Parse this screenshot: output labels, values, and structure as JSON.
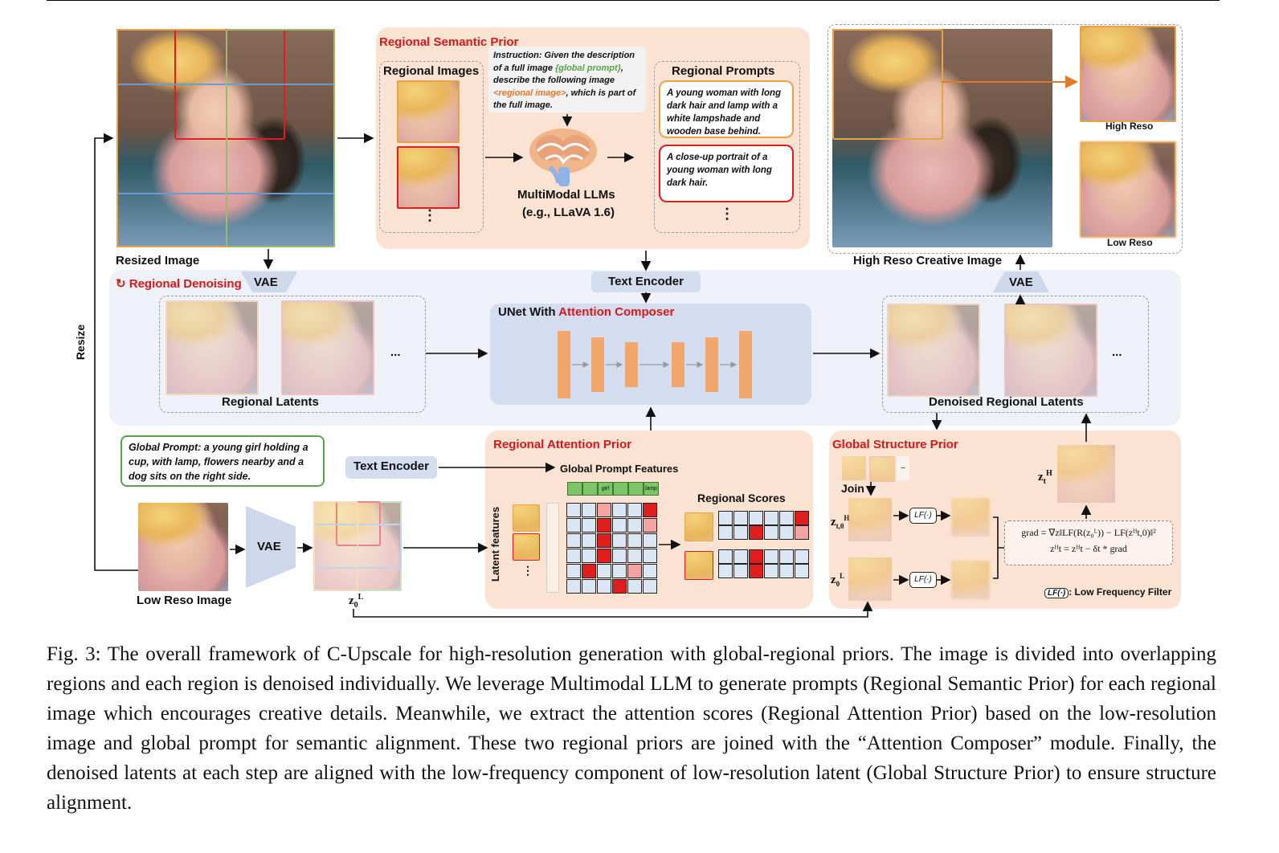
{
  "figure": {
    "resized_image_label": "Resized Image",
    "resize_label": "Resize",
    "regional_denoising_label": "Regional Denoising",
    "vae_label": "VAE",
    "text_encoder_label": "Text Encoder",
    "regional_semantic_prior": {
      "title": "Regional Semantic Prior",
      "regional_images_title": "Regional Images",
      "instruction_prefix": "Instruction: Given the description of a full image ",
      "instruction_global": "{global prompt}",
      "instruction_mid": ", describe the following image ",
      "instruction_regional": "<regional image>",
      "instruction_suffix": ", which is part of the full image.",
      "llm_label": "MultiModal LLMs",
      "llm_example": "(e.g., LLaVA 1.6)",
      "regional_prompts_title": "Regional Prompts",
      "prompt_1": "A young woman with long dark hair and lamp with a white lampshade and wooden base behind.",
      "prompt_2": "A close-up portrait of a young woman with long dark hair.",
      "ellipsis": "⋮"
    },
    "high_reso_creative_image_label": "High Reso Creative Image",
    "high_reso_label": "High Reso",
    "low_reso_label": "Low Reso",
    "unet_prefix": "UNet With ",
    "unet_highlight": "Attention Composer",
    "regional_latents_label": "Regional Latents",
    "denoised_regional_latents_label": "Denoised Regional Latents",
    "dots": "...",
    "global_prompt": "Global Prompt: a young girl holding a cup, with lamp, flowers nearby and a dog sits on the right side.",
    "low_reso_image_label": "Low Reso Image",
    "z0L_label": "z",
    "regional_attention_prior": {
      "title": "Regional Attention Prior",
      "global_prompt_features_label": "Global Prompt Features",
      "token_girl": "girl",
      "token_lamp": "lamp",
      "latent_features_label": "Latent features",
      "regional_scores_label": "Regional Scores"
    },
    "global_structure_prior": {
      "title": "Global Structure Prior",
      "join_label": "Join",
      "lf_label": "LF(·)",
      "grad_eq": "grad = ∇z‖LF(R(z₀ᴸ)) − LF(zᴴt,0)‖²",
      "update_eq": "zᴴt = zᴴt − δt * grad",
      "filter_legend": ": Low Frequency Filter"
    },
    "math_labels": {
      "ztH": "z",
      "ztH_sup": "H",
      "ztH_sub": "t",
      "zt0H_sub": "t,0",
      "z0L_sub": "0",
      "z0L_sup": "L"
    },
    "colors": {
      "accent_red": "#d91818",
      "accent_orange": "#e07a2a",
      "accent_green": "#5aa24a",
      "accent_blue": "#6a9bd3"
    }
  },
  "caption": "Fig. 3: The overall framework of C-Upscale for high-resolution generation with global-regional priors. The image is divided into overlapping regions and each region is denoised individually. We leverage Multimodal LLM to generate prompts (Regional Semantic Prior) for each regional image which encourages creative details. Meanwhile, we extract the attention scores (Regional Attention Prior) based on the low-resolution image and global prompt for semantic alignment. These two regional priors are joined with the “Attention Composer” module. Finally, the denoised latents at each step are aligned with the low-frequency component of low-resolution latent (Global Structure Prior) to ensure structure alignment."
}
